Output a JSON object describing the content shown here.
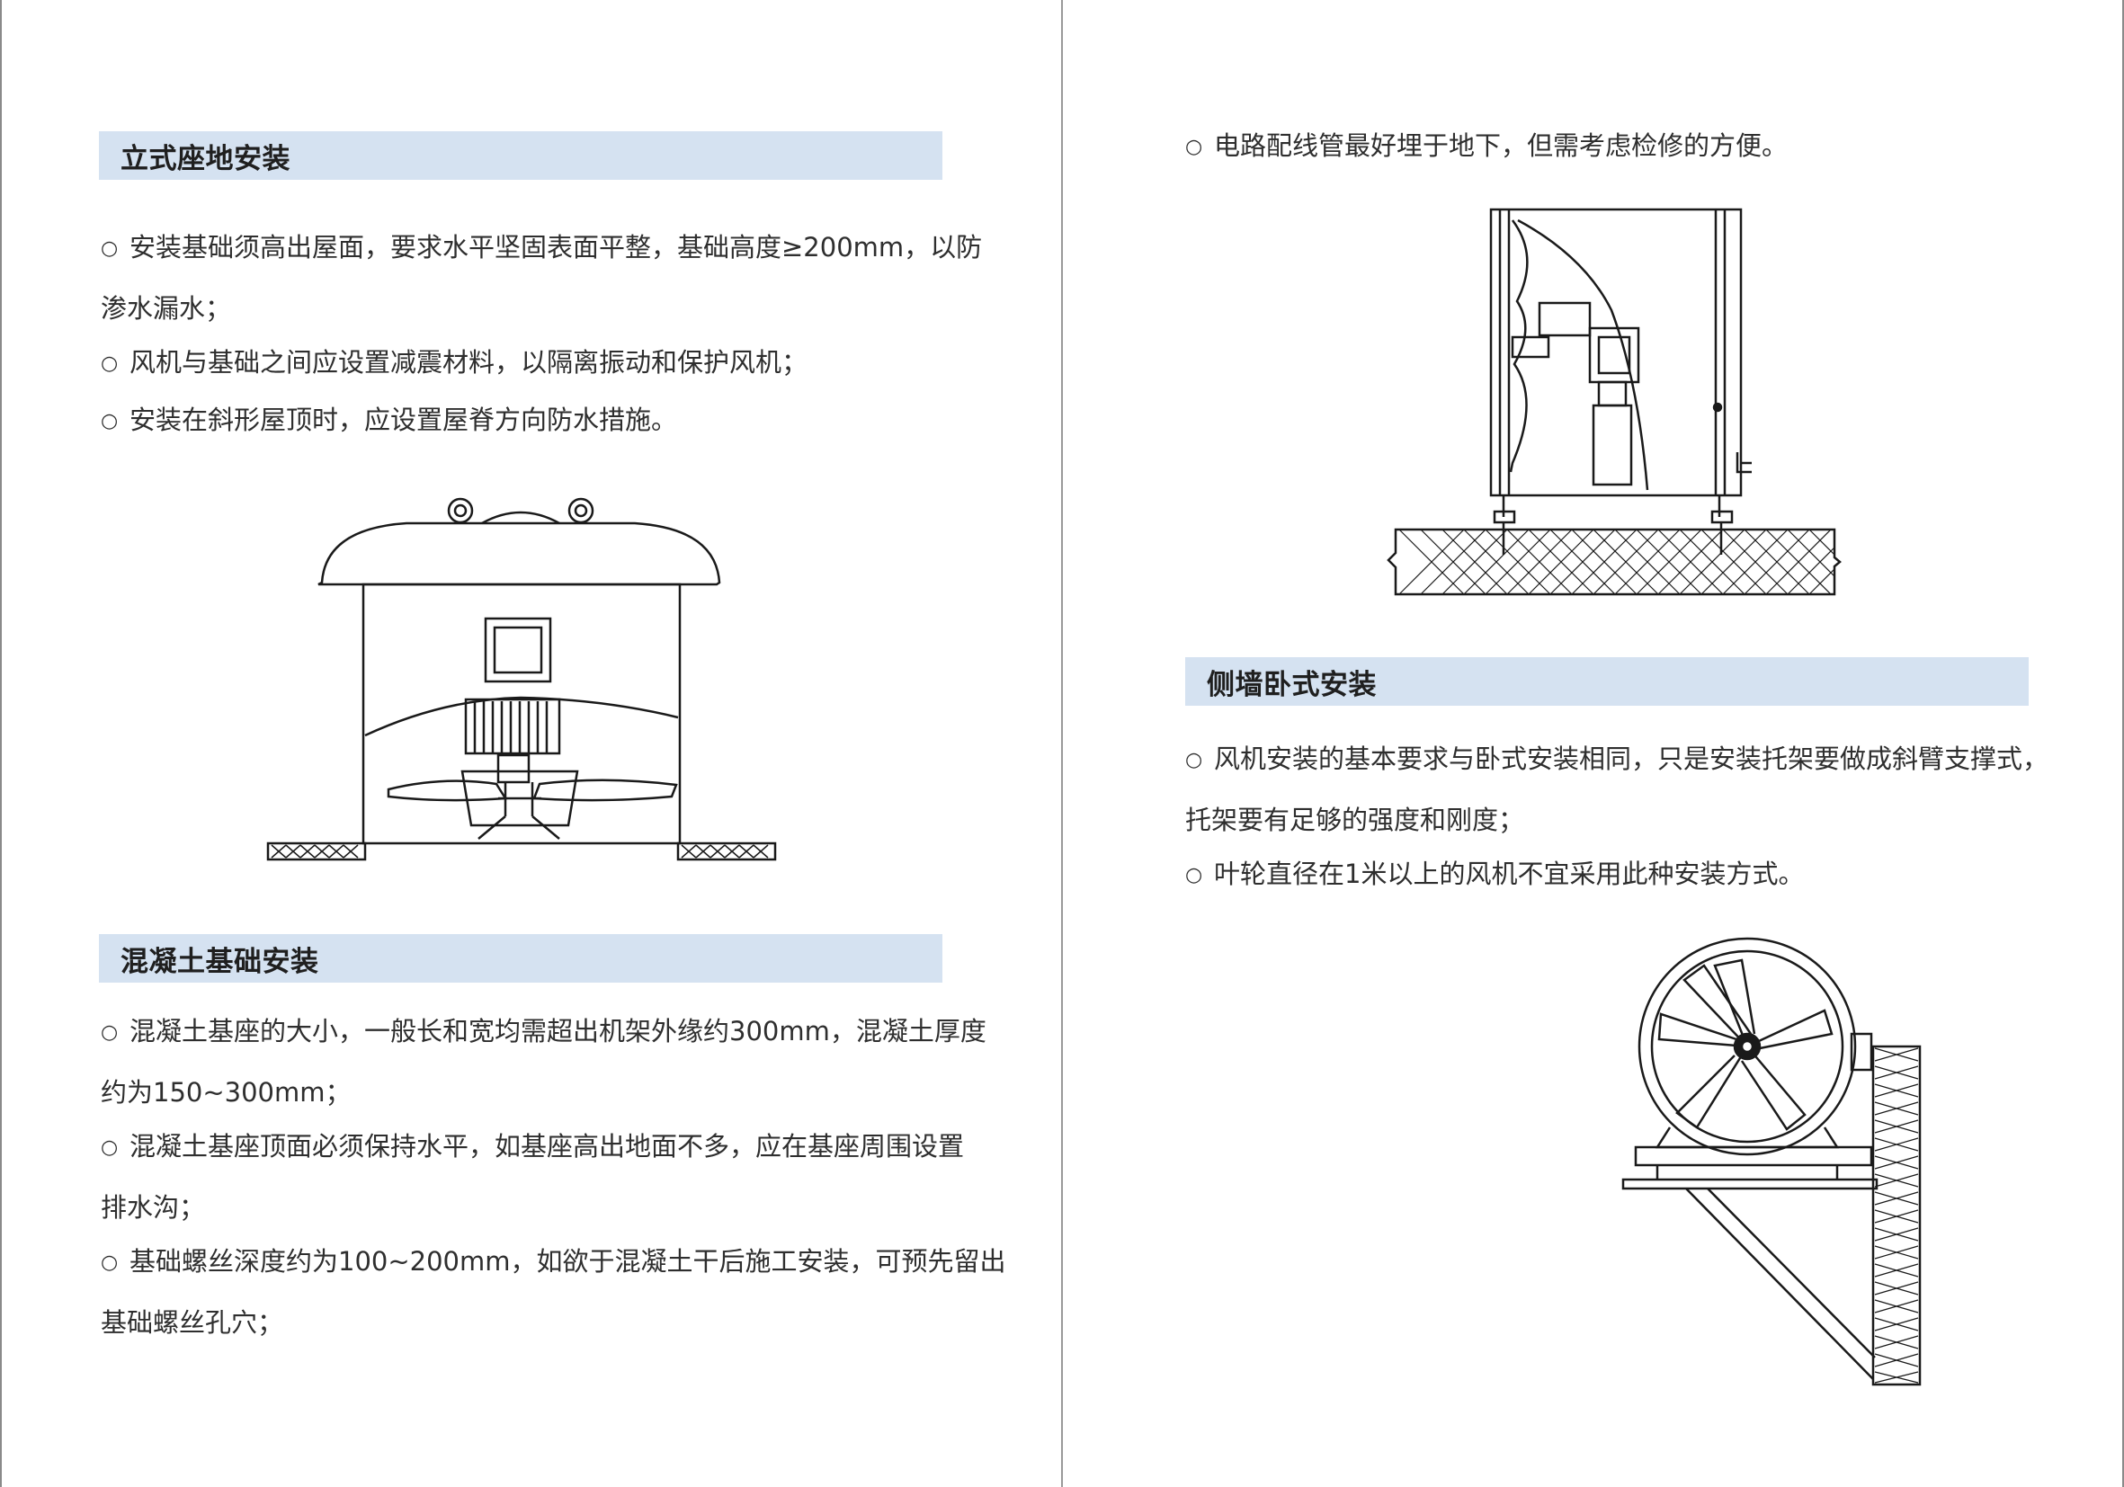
{
  "left": {
    "section1": {
      "title": "立式座地安装",
      "items": [
        {
          "bullet": "○",
          "line1": "安装基础须高出屋面，要求水平坚固表面平整，基础高度≥200mm，以防",
          "line2": "渗水漏水；"
        },
        {
          "bullet": "○",
          "line1": "风机与基础之间应设置减震材料，以隔离振动和保护风机；"
        },
        {
          "bullet": "○",
          "line1": "安装在斜形屋顶时，应设置屋脊方向防水措施。"
        }
      ]
    },
    "section2": {
      "title": "混凝土基础安装",
      "items": [
        {
          "bullet": "○",
          "line1": "混凝土基座的大小，一般长和宽均需超出机架外缘约300mm，混凝土厚度",
          "line2": "约为150~300mm；"
        },
        {
          "bullet": "○",
          "line1": "混凝土基座顶面必须保持水平，如基座高出地面不多，应在基座周围设置",
          "line2": "排水沟；"
        },
        {
          "bullet": "○",
          "line1": "基础螺丝深度约为100~200mm，如欲于混凝土干后施工安装，可预先留出",
          "line2": "基础螺丝孔穴；"
        }
      ]
    }
  },
  "right": {
    "top_item": {
      "bullet": "○",
      "line1": "电路配线管最好埋于地下，但需考虑检修的方便。"
    },
    "section3": {
      "title": "侧墙卧式安装",
      "items": [
        {
          "bullet": "○",
          "line1": "风机安装的基本要求与卧式安装相同，只是安装托架要做成斜臂支撑式，",
          "line2": "托架要有足够的强度和刚度；"
        },
        {
          "bullet": "○",
          "line1": "叶轮直径在1米以上的风机不宜采用此种安装方式。"
        }
      ]
    }
  },
  "colors": {
    "section_bar": "#d5e2f1",
    "text": "#2e2e2e",
    "line": "#1a1a1a"
  }
}
